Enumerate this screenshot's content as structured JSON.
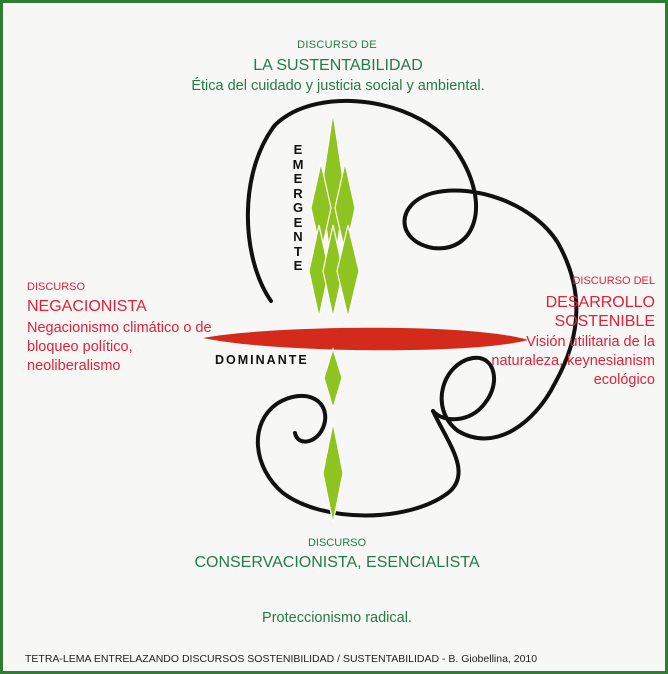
{
  "top": {
    "small": "DISCURSO DE",
    "title": "LA SUSTENTABILIDAD",
    "subtitle": "Ética del cuidado y justicia social y ambiental."
  },
  "left": {
    "small": "DISCURSO",
    "title": "NEGACIONISTA",
    "subtitle": "Negacionismo climático o de bloqueo político, neoliberalismo"
  },
  "right": {
    "small": "DISCURSO DEL",
    "title": "DESARROLLO SOSTENIBLE",
    "subtitle": "Visión utilitaria de la naturaleza, keynesianism ecológico"
  },
  "bottom": {
    "small": "DISCURSO",
    "title": "CONSERVACIONISTA, ESENCIALISTA",
    "subtitle": "Proteccionismo radical."
  },
  "axis": {
    "horizontal_label": "DOMINANTE",
    "vertical_letters": [
      "E",
      "M",
      "E",
      "R",
      "G",
      "E",
      "N",
      "T",
      "E"
    ]
  },
  "caption": "TETRA-LEMA ENTRELAZANDO DISCURSOS SOSTENIBILIDAD / SUSTENTABILIDAD - B. Giobellina, 2010",
  "colors": {
    "green_text": "#237a4a",
    "red_text": "#e0213a",
    "red_axis": "#d42a1c",
    "green_diamonds": "#8fc31f",
    "frame": "#2e7d32",
    "curve": "#111111"
  }
}
